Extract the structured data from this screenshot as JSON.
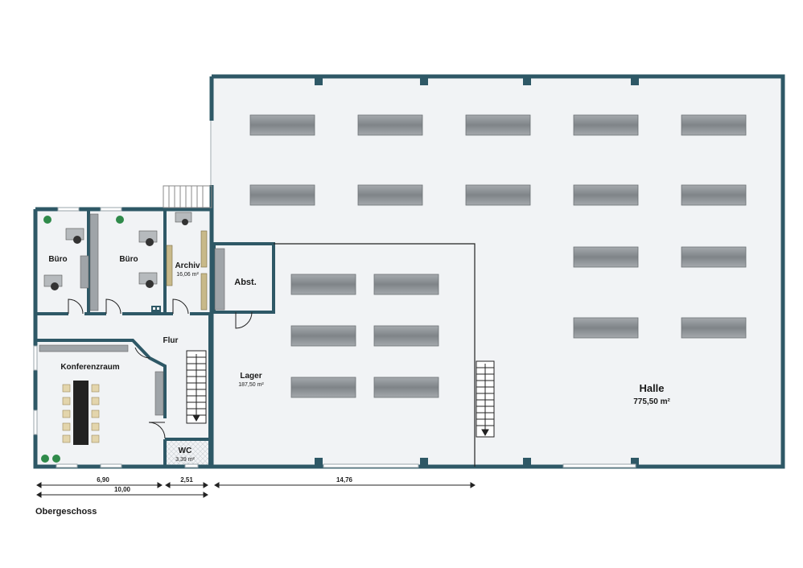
{
  "floor": {
    "title": "Obergeschoss"
  },
  "rooms": {
    "halle": {
      "name": "Halle",
      "area": "775,50 m²"
    },
    "lager": {
      "name": "Lager",
      "area": "187,50 m²"
    },
    "abst": {
      "name": "Abst."
    },
    "buero1": {
      "name": "Büro"
    },
    "buero2": {
      "name": "Büro"
    },
    "archiv": {
      "name": "Archiv",
      "area": "16,06 m²"
    },
    "flur": {
      "name": "Flur"
    },
    "konferenz": {
      "name": "Konferenzraum"
    },
    "wc": {
      "name": "WC",
      "area": "3,39 m²"
    }
  },
  "dimensions": {
    "d1": "6,90",
    "d2": "2,51",
    "d3": "14,76",
    "d4": "10,00"
  },
  "colors": {
    "wall": "#2e5866",
    "floor": "#f1f3f5",
    "rack": "#8c9094"
  }
}
